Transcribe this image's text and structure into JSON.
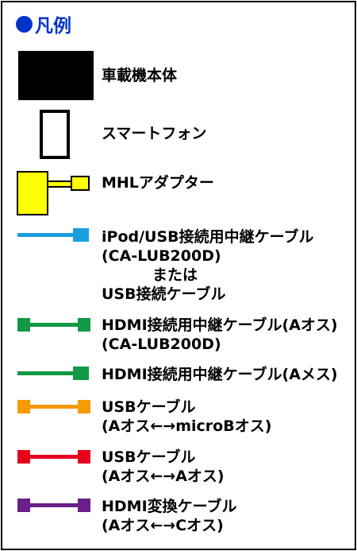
{
  "title": "凡例",
  "items": [
    {
      "key": "unit",
      "lines": [
        "車載機本体"
      ],
      "color": "#000000",
      "icon": "black-rectangle-icon"
    },
    {
      "key": "smartphone",
      "lines": [
        "スマートフォン"
      ],
      "color": "#000000",
      "icon": "smartphone-outline-icon"
    },
    {
      "key": "mhl",
      "lines": [
        "MHLアダプター"
      ],
      "color": "#ffff00",
      "icon": "mhl-adapter-icon"
    },
    {
      "key": "ipod-usb",
      "lines": [
        "iPod/USB接続用中継ケーブル",
        "(CA-LUB200D)",
        "または",
        "USB接続ケーブル"
      ],
      "color": "#1a9ee0",
      "icon": "cable-one-end-icon"
    },
    {
      "key": "hdmi-relay-a",
      "lines": [
        "HDMI接続用中継ケーブル(Aオス)",
        "(CA-LUB200D)"
      ],
      "color": "#119944",
      "icon": "cable-two-ends-icon"
    },
    {
      "key": "hdmi-relay-a-female",
      "lines": [
        "HDMI接続用中継ケーブル(Aメス)"
      ],
      "color": "#119944",
      "icon": "cable-one-end-icon"
    },
    {
      "key": "usb-micro",
      "lines": [
        "USBケーブル",
        "(Aオス←→microBオス)"
      ],
      "color": "#f59a00",
      "icon": "cable-two-ends-icon"
    },
    {
      "key": "usb-aa",
      "lines": [
        "USBケーブル",
        "(Aオス←→Aオス)"
      ],
      "color": "#e8001c",
      "icon": "cable-two-ends-icon"
    },
    {
      "key": "hdmi-conv",
      "lines": [
        "HDMI変換ケーブル",
        "(Aオス←→Cオス)"
      ],
      "color": "#6a1f8a",
      "icon": "cable-two-ends-icon"
    }
  ]
}
